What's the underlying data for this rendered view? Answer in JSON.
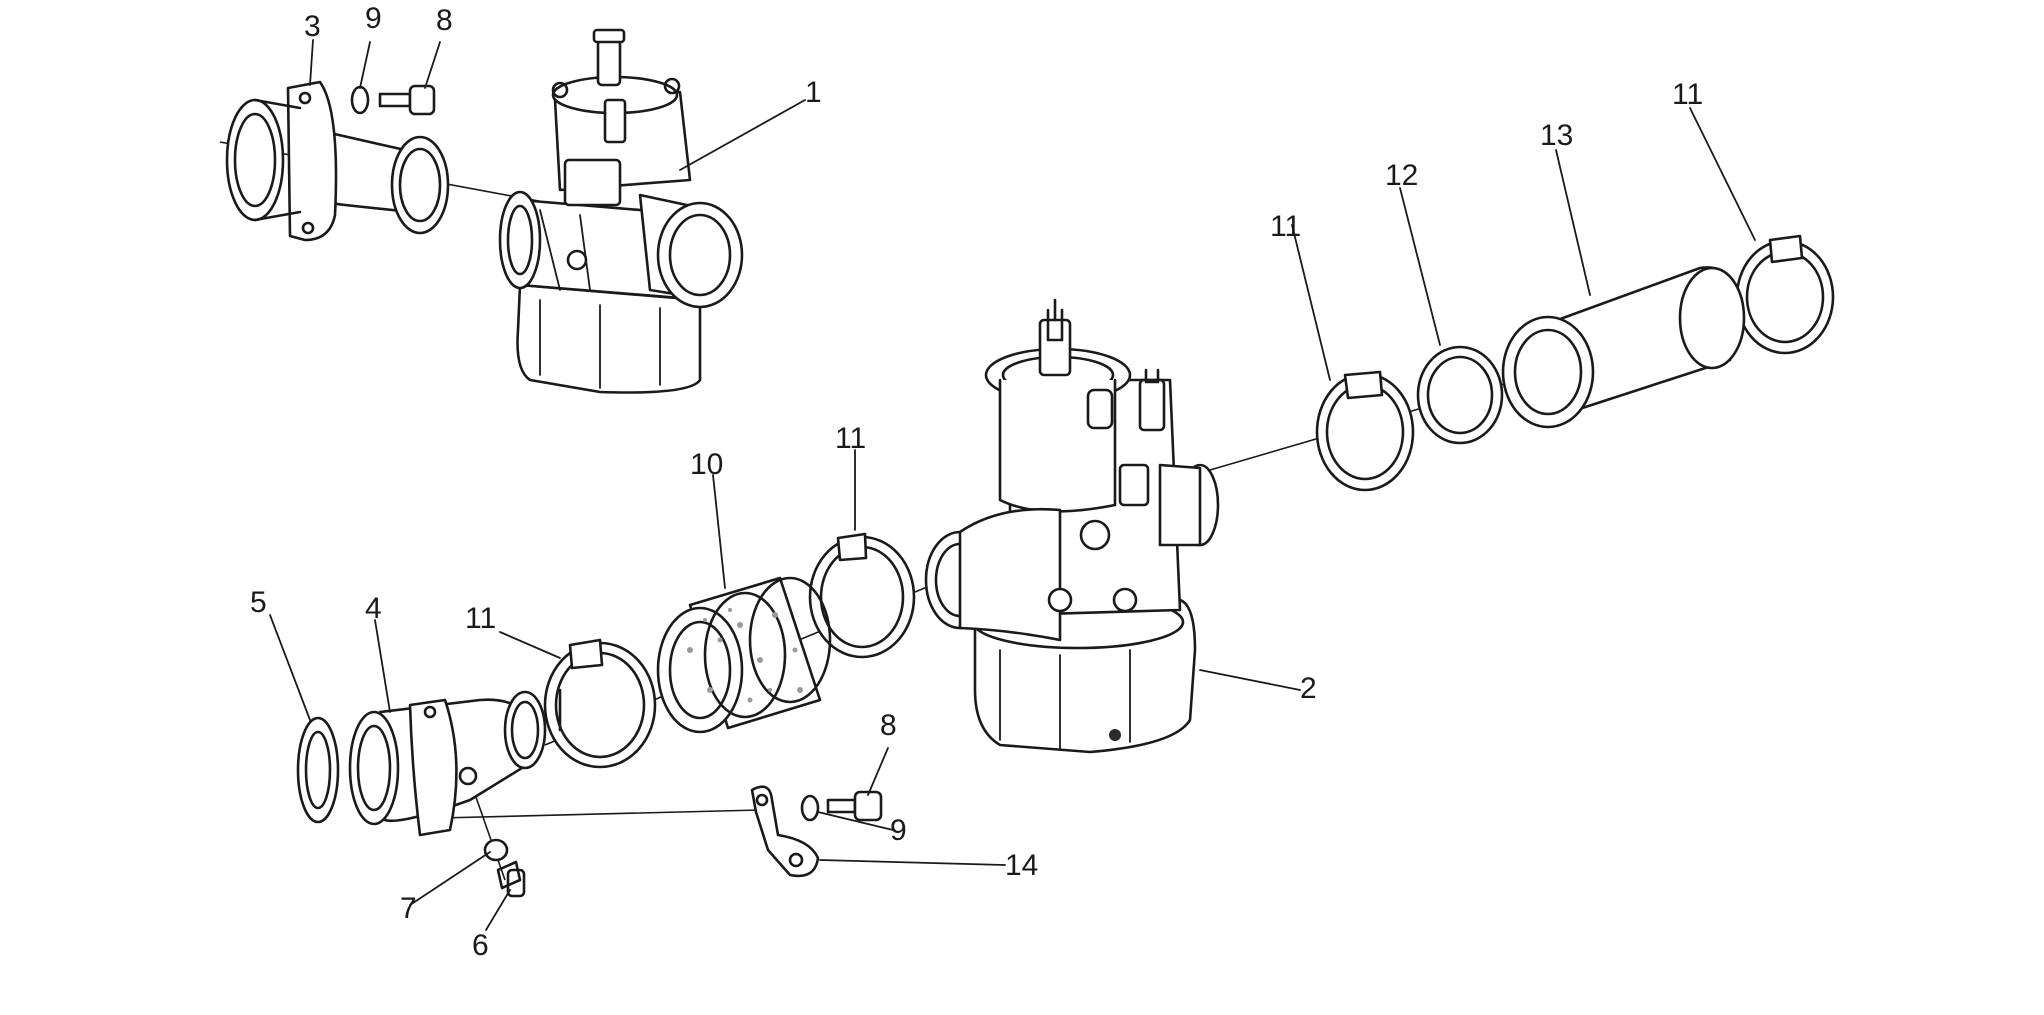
{
  "callouts": {
    "c1": "1",
    "c2": "2",
    "c3": "3",
    "c4": "4",
    "c5": "5",
    "c6": "6",
    "c7": "7",
    "c8a": "8",
    "c8b": "8",
    "c9a": "9",
    "c9b": "9",
    "c10": "10",
    "c11a": "11",
    "c11b": "11",
    "c11c": "11",
    "c11d": "11",
    "c12": "12",
    "c13": "13",
    "c14": "14"
  },
  "colors": {
    "line": "#1a1a1a",
    "background": "#ffffff"
  },
  "parts_icons": [
    "carburetor-icon",
    "intake-manifold-icon",
    "hose-clamp-icon",
    "rubber-sleeve-icon",
    "gasket-ring-icon",
    "screw-icon",
    "washer-icon",
    "bracket-icon",
    "air-filter-icon"
  ]
}
